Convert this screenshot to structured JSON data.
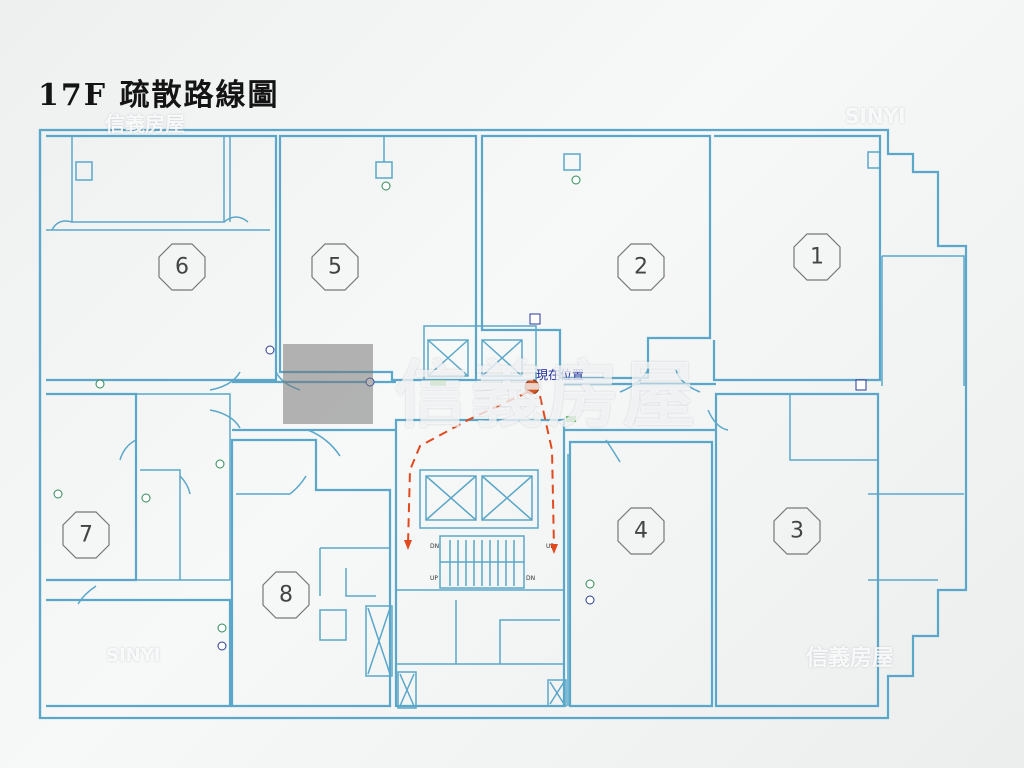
{
  "title": "17F  疏散路線圖",
  "current_location_label": "現在位置",
  "rooms": [
    "1",
    "2",
    "3",
    "4",
    "5",
    "6",
    "7",
    "8"
  ],
  "stair_labels": [
    "DN",
    "UP",
    "UP",
    "DN"
  ],
  "watermarks": {
    "top_left": "信義房屋",
    "top_right": "SINYI",
    "center": "信義房屋",
    "bottom_left": "SINYI",
    "bottom_right": "信義房屋"
  },
  "colors": {
    "wall": "#5aa7c9",
    "route": "#e04a1e",
    "marker": "#d9541c",
    "label": "#1a2a9a"
  }
}
